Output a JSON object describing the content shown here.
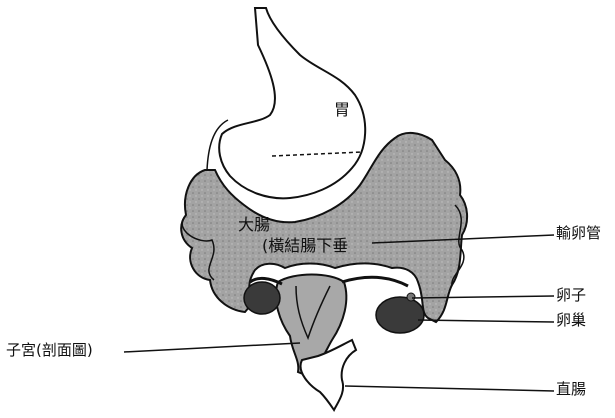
{
  "labels": {
    "stomach": "胃",
    "large_intestine": "大腸",
    "transverse_colon_sag": "(橫結腸下垂",
    "fallopian_tube": "輸卵管",
    "ovum": "卵子",
    "ovary": "卵巢",
    "uterus_section": "子宮(剖面圖)",
    "rectum": "直腸"
  },
  "colors": {
    "colon_fill": "#9a9a9a",
    "ovary_fill": "#3a3a3a",
    "uterus_fill": "#a8a8a8",
    "outline": "#111111"
  }
}
